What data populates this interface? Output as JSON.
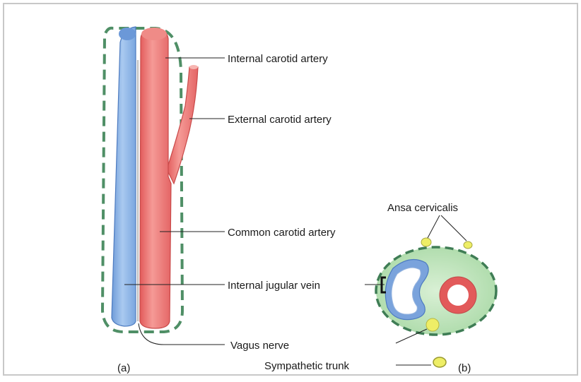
{
  "labels": {
    "internal_carotid": "Internal carotid artery",
    "external_carotid": "External carotid artery",
    "common_carotid": "Common carotid artery",
    "internal_jugular": "Internal jugular vein",
    "vagus": "Vagus nerve",
    "ansa": "Ansa cervicalis",
    "sympathetic": "Sympathetic trunk",
    "panel_a": "(a)",
    "panel_b": "(b)"
  },
  "colors": {
    "artery": "#ea6a6a",
    "artery_highlight": "#f7b4b0",
    "vein": "#86afe3",
    "vein_highlight": "#c4dbf6",
    "sheath": "#4f8f66",
    "sheath_fill": "#c9e8c9",
    "nerve": "#eeee66",
    "frame": "#c8c8c8"
  }
}
